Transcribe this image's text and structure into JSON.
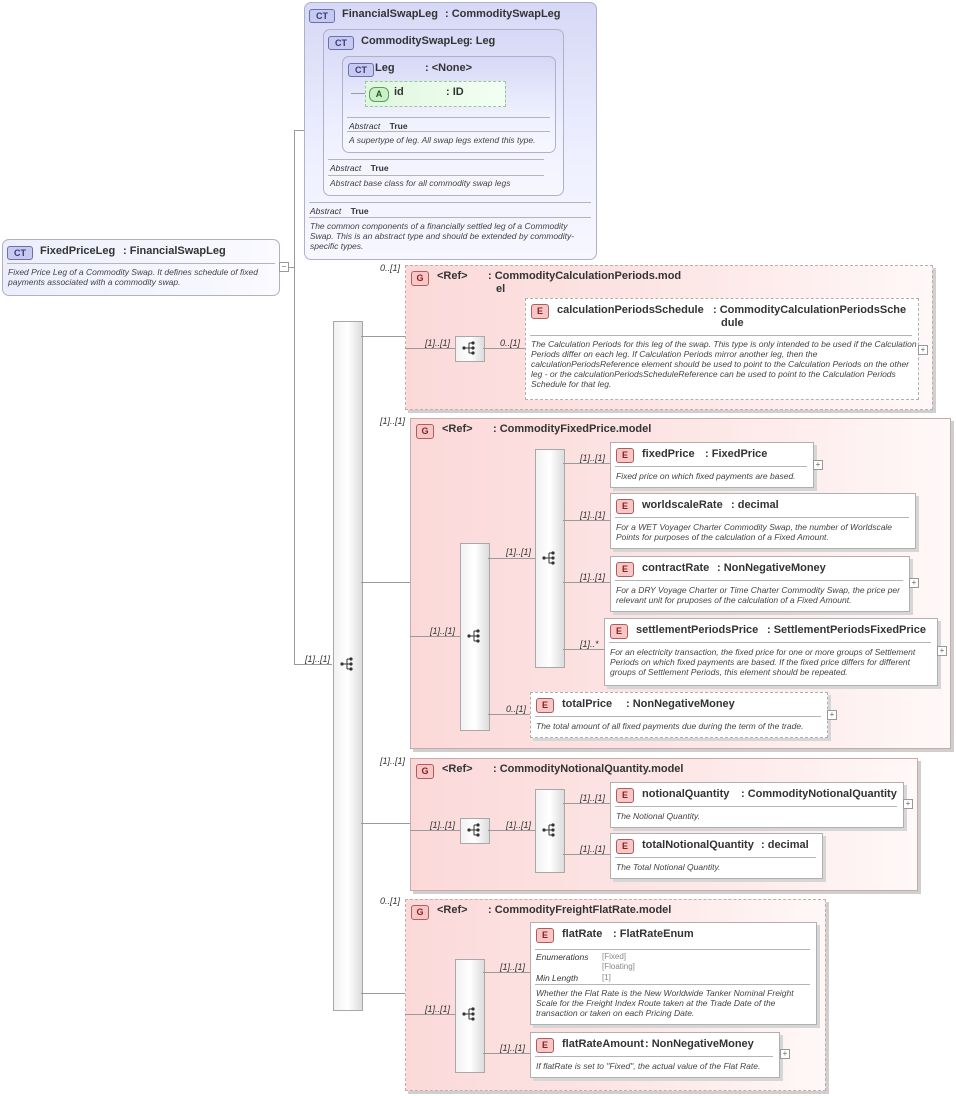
{
  "financialSwapLeg": {
    "badge": "CT",
    "name": "FinancialSwapLeg",
    "type": ": CommoditySwapLeg",
    "abstract_label": "Abstract",
    "abstract_value": "True",
    "doc": "The common components of a financially settled leg of a Commodity Swap. This is an abstract type and should be extended by commodity-specific types."
  },
  "commoditySwapLeg": {
    "badge": "CT",
    "name": "CommoditySwapLeg",
    "type": ": Leg",
    "abstract_label": "Abstract",
    "abstract_value": "True",
    "doc": "Abstract base class for all commodity swap legs"
  },
  "leg": {
    "badge": "CT",
    "name": "Leg",
    "type": ": <None>",
    "abstract_label": "Abstract",
    "abstract_value": "True",
    "doc": "A supertype of leg. All swap legs extend this type."
  },
  "idAttr": {
    "badge": "A",
    "name": "id",
    "type": ": ID"
  },
  "fixedPriceLeg": {
    "badge": "CT",
    "name": "FixedPriceLeg",
    "type": ": FinancialSwapLeg",
    "doc": "Fixed Price Leg of a Commodity Swap. It defines schedule of fixed payments associated with a commodity swap."
  },
  "main_card": "[1]..[1]",
  "g1": {
    "badge": "G",
    "ref": "<Ref>",
    "type_a": ": CommodityCalculationPeriods.mod",
    "type_b": "el",
    "card": "0..[1]",
    "seq_card": "[1]..[1]"
  },
  "calcSched": {
    "badge": "E",
    "name": "calculationPeriodsSchedule",
    "type_a": ": CommodityCalculationPeriodsSche",
    "type_b": "dule",
    "card": "0..[1]",
    "doc": "The Calculation Periods for this leg of the swap. This type is only intended to be used if the Calculation Periods differ on each leg. If Calculation Periods mirror another leg, then the calculationPeriodsReference element should be used to point to the Calculation Periods on the other leg - or the calculationPeriodsScheduleReference can be used to point to the Calculation Periods Schedule for that leg."
  },
  "g2": {
    "badge": "G",
    "ref": "<Ref>",
    "type": ": CommodityFixedPrice.model",
    "card": "[1]..[1]",
    "seq_card": "[1]..[1]",
    "choice_card": "[1]..[1]"
  },
  "fixedPrice": {
    "badge": "E",
    "name": "fixedPrice",
    "type": ": FixedPrice",
    "card": "[1]..[1]",
    "doc": "Fixed price on which fixed payments are based."
  },
  "worldscaleRate": {
    "badge": "E",
    "name": "worldscaleRate",
    "type": ": decimal",
    "card": "[1]..[1]",
    "doc": "For a WET Voyager Charter Commodity Swap, the number of Worldscale Points for purposes of the calculation of a Fixed Amount."
  },
  "contractRate": {
    "badge": "E",
    "name": "contractRate",
    "type": ": NonNegativeMoney",
    "card": "[1]..[1]",
    "doc": "For a DRY Voyage Charter or Time Charter Commodity Swap, the price per relevant unit for pruposes of the calculation of a Fixed Amount."
  },
  "settlementPeriodsPrice": {
    "badge": "E",
    "name": "settlementPeriodsPrice",
    "type": ": SettlementPeriodsFixedPrice",
    "card": "[1]..*",
    "doc": "For an electricity transaction, the fixed price for one or more groups of Settlement Periods on which fixed payments are based. If the fixed price differs for different groups of Settlement Periods, this element should be repeated."
  },
  "totalPrice": {
    "badge": "E",
    "name": "totalPrice",
    "type": ": NonNegativeMoney",
    "card": "0..[1]",
    "doc": "The total amount of all fixed payments due during the term of the trade."
  },
  "g3": {
    "badge": "G",
    "ref": "<Ref>",
    "type": ": CommodityNotionalQuantity.model",
    "card": "[1]..[1]",
    "seq_card": "[1]..[1]",
    "choice_card": "[1]..[1]"
  },
  "notionalQuantity": {
    "badge": "E",
    "name": "notionalQuantity",
    "type": ": CommodityNotionalQuantity",
    "card": "[1]..[1]",
    "doc": "The Notional Quantity."
  },
  "totalNotionalQuantity": {
    "badge": "E",
    "name": "totalNotionalQuantity",
    "type": ": decimal",
    "card": "[1]..[1]",
    "doc": "The Total Notional Quantity."
  },
  "g4": {
    "badge": "G",
    "ref": "<Ref>",
    "type": ": CommodityFreightFlatRate.model",
    "card": "0..[1]",
    "seq_card": "[1]..[1]"
  },
  "flatRate": {
    "badge": "E",
    "name": "flatRate",
    "type": ": FlatRateEnum",
    "card": "[1]..[1]",
    "enum_label": "Enumerations",
    "enum_1": "[Fixed]",
    "enum_2": "[Floating]",
    "minlen_label": "Min Length",
    "minlen_value": "[1]",
    "doc": "Whether the Flat Rate is the New Worldwide Tanker Nominal Freight Scale for the Freight Index Route taken at the Trade Date of the transaction or taken on each Pricing Date."
  },
  "flatRateAmount": {
    "badge": "E",
    "name": "flatRateAmount",
    "type": ": NonNegativeMoney",
    "card": "[1]..[1]",
    "doc": "If flatRate is set to \"Fixed\", the actual value of the Flat Rate."
  },
  "icons": {
    "ct": "ct-plus-icon",
    "seq": "sequence-icon",
    "expand": "expand-plus-icon",
    "collapse": "collapse-minus-icon"
  },
  "colors": {
    "complex_type": "#d6d8f6",
    "group": "#fbd9d9",
    "element_badge": "#f7c7c7",
    "attribute_badge": "#c9f0c9"
  }
}
